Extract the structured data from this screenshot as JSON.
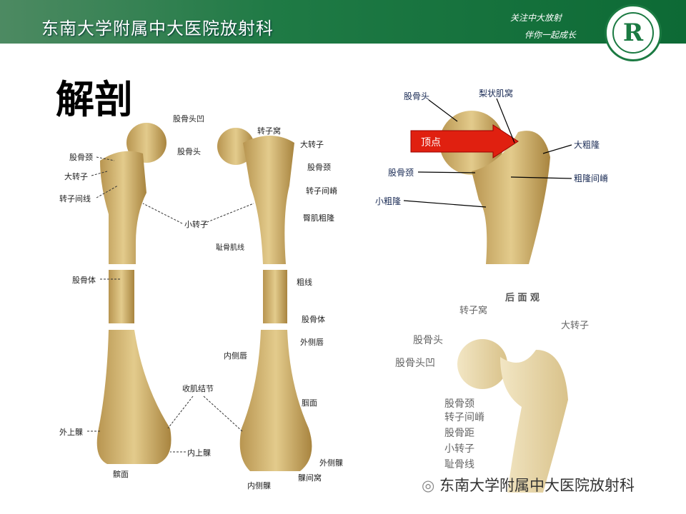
{
  "header": {
    "title": "东南大学附属中大医院放射科",
    "slogan_line1": "关注中大放射",
    "slogan_line2": "伴你一起成长",
    "logo_text": "R"
  },
  "slide": {
    "title": "解剖"
  },
  "left_figure": {
    "labels": [
      "股骨头凹",
      "股骨头",
      "股骨颈",
      "大转子",
      "转子间线",
      "小转子",
      "耻骨肌线",
      "股骨体",
      "收肌结节",
      "外上髁",
      "内上髁",
      "髌面"
    ],
    "right_labels": [
      "转子窝",
      "大转子",
      "股骨颈",
      "转子间嵴",
      "臀肌粗隆",
      "粗线",
      "股骨体",
      "外侧唇",
      "内侧唇",
      "腘面",
      "外侧髁",
      "髁间窝",
      "内侧髁"
    ]
  },
  "top_right_figure": {
    "arrow_label": "顶点",
    "labels": [
      "股骨头",
      "梨状肌窝",
      "大粗隆",
      "股骨颈",
      "粗隆间嵴",
      "小粗隆"
    ]
  },
  "bottom_right_figure": {
    "view_title": "后 面 观",
    "labels": [
      "转子窝",
      "大转子",
      "股骨头",
      "股骨头凹",
      "股骨颈",
      "转子间嵴",
      "股骨距",
      "小转子",
      "耻骨线"
    ]
  },
  "watermark": "东南大学附属中大医院放射科"
}
